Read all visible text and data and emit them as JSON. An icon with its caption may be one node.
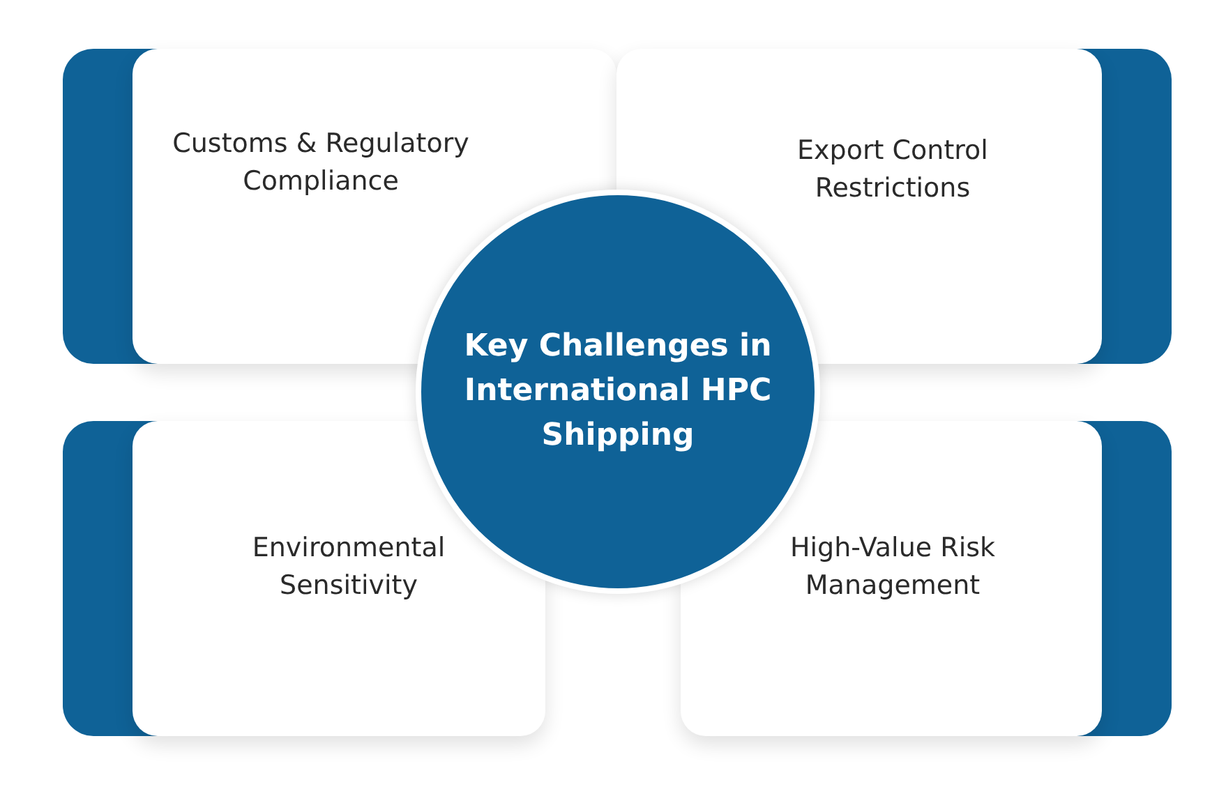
{
  "diagram": {
    "nodes": [
      {
        "text": [
          "Customs & Regulatory Compliance"
        ]
      },
      {
        "text": [
          "Export Control Restrictions"
        ]
      },
      {
        "text": [
          "Key Challenges in International HPC Shipping"
        ]
      },
      {
        "text": [
          "Environmental Sensitivity"
        ]
      },
      {
        "text": [
          "High-Value Risk Management"
        ]
      }
    ]
  }
}
